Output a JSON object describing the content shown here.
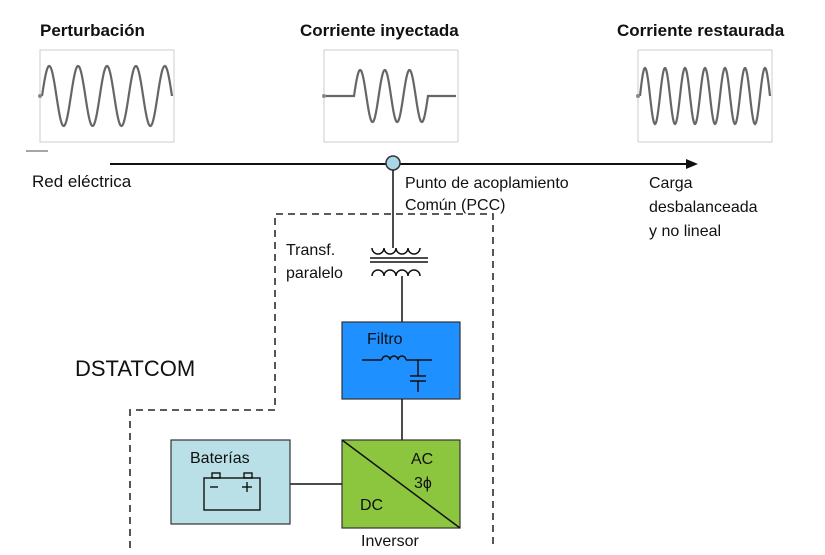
{
  "titles": {
    "disturbance": "Perturbación",
    "injected": "Corriente inyectada",
    "restored": "Corriente restaurada"
  },
  "grid_label": "Red eléctrica",
  "pcc_label": [
    "Punto de acoplamiento",
    "Común (PCC)"
  ],
  "load_label": [
    "Carga",
    "desbalanceada",
    "y no lineal"
  ],
  "transformer_label": [
    "Transf.",
    "paralelo"
  ],
  "dstatcom_label": "DSTATCOM",
  "filter_label": "Filtro",
  "battery_label": "Baterías",
  "inverter": {
    "ac": "AC",
    "phases": "3ϕ",
    "dc": "DC",
    "name": "Inversor"
  },
  "colors": {
    "filter_fill": "#1e90ff",
    "inverter_fill": "#8cc63f",
    "battery_fill": "#b9e0e6",
    "pcc_node": "#a8d8e8"
  }
}
